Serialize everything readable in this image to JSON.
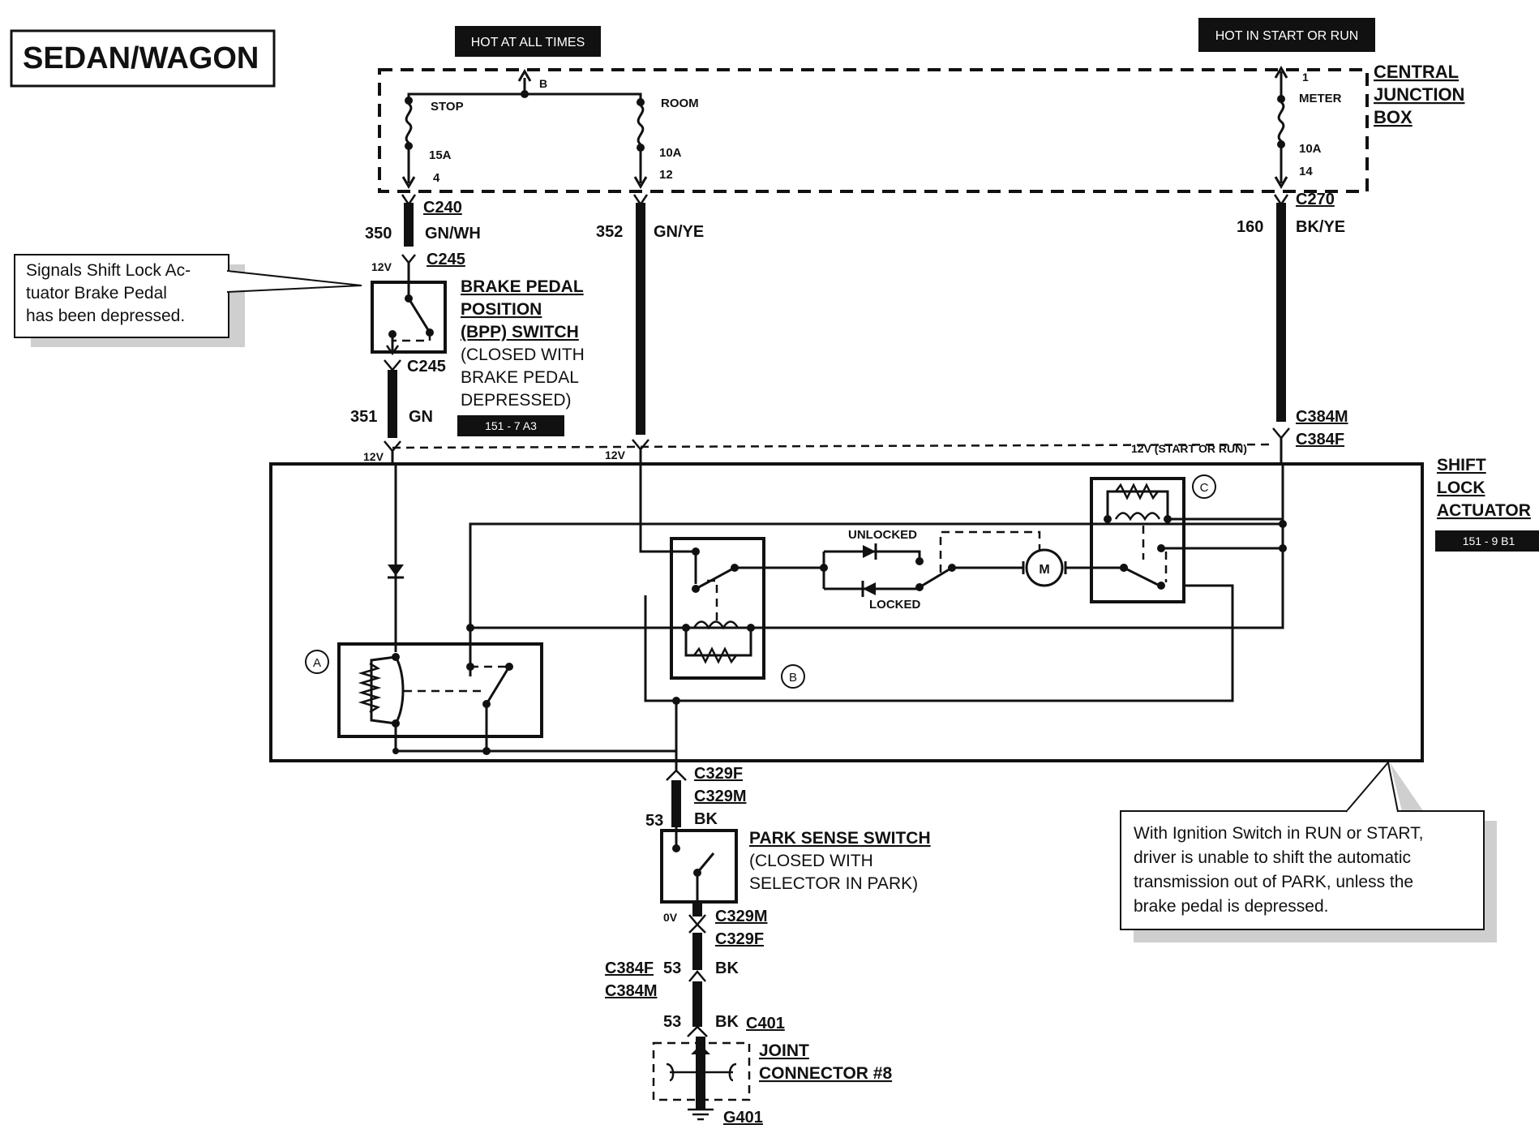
{
  "title": "SEDAN/WAGON",
  "power_labels": {
    "hot_at_all_times": "HOT AT ALL TIMES",
    "hot_in_start_or_run": "HOT IN START OR RUN"
  },
  "junction_box": {
    "label_lines": [
      "CENTRAL",
      "JUNCTION",
      "BOX"
    ],
    "bus_pin": "B",
    "fuses": [
      {
        "name": "STOP",
        "rating": "15A",
        "pin": "4"
      },
      {
        "name": "ROOM",
        "rating": "10A",
        "pin": "12"
      },
      {
        "name": "METER",
        "rating": "10A",
        "pin": "14",
        "top_pin": "1"
      }
    ]
  },
  "connectors": {
    "c240": "C240",
    "c245_top": "C245",
    "c245_bottom": "C245",
    "c270": "C270",
    "c384m": "C384M",
    "c384f": "C384F",
    "c329f_top": "C329F",
    "c329m_top": "C329M",
    "c329m_bottom": "C329M",
    "c329f_bottom": "C329F",
    "c384f_lower": "C384F",
    "c384m_lower": "C384M",
    "c401": "C401",
    "g401": "G401"
  },
  "wires": {
    "w350": {
      "circuit": "350",
      "color": "GN/WH"
    },
    "w351": {
      "circuit": "351",
      "color": "GN"
    },
    "w352": {
      "circuit": "352",
      "color": "GN/YE"
    },
    "w160": {
      "circuit": "160",
      "color": "BK/YE"
    },
    "w53_a": {
      "circuit": "53",
      "color": "BK"
    },
    "w53_b": {
      "circuit": "53",
      "color": "BK"
    },
    "w53_c": {
      "circuit": "53",
      "color": "BK"
    }
  },
  "voltages": {
    "v_bpp": "12V",
    "v_351": "12V",
    "v_352": "12V",
    "v_start_run": "12V (START OR RUN)",
    "v_park": "0V"
  },
  "bpp_switch": {
    "title_lines": [
      "BRAKE PEDAL",
      "POSITION",
      "(BPP) SWITCH"
    ],
    "note_lines": [
      "(CLOSED WITH",
      "BRAKE PEDAL",
      "DEPRESSED)"
    ],
    "ref": "151 - 7 A3"
  },
  "callout_left": {
    "lines": [
      "Signals Shift Lock Ac-",
      "tuator Brake Pedal",
      "has been depressed."
    ]
  },
  "shift_lock_actuator": {
    "label_lines": [
      "SHIFT",
      "LOCK",
      "ACTUATOR"
    ],
    "ref": "151 - 9 B1",
    "relay_a": "A",
    "relay_b": "B",
    "relay_c": "C",
    "unlocked": "UNLOCKED",
    "locked": "LOCKED",
    "motor": "M"
  },
  "park_sense_switch": {
    "title": "PARK SENSE SWITCH",
    "note_lines": [
      "(CLOSED WITH",
      "SELECTOR IN PARK)"
    ]
  },
  "joint_connector": {
    "label_lines": [
      "JOINT",
      "CONNECTOR #8"
    ]
  },
  "callout_right": {
    "lines": [
      "With Ignition Switch in RUN or START,",
      "driver is unable to shift the automatic",
      "transmission out of PARK, unless the",
      "brake pedal is depressed."
    ]
  }
}
